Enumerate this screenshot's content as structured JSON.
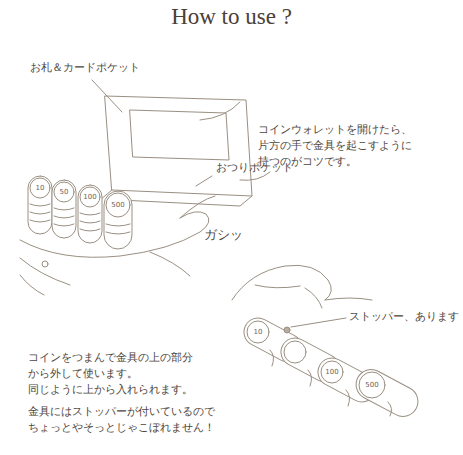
{
  "diagram": {
    "title": "How to use ?",
    "labels": [
      "お札＆カードポケット",
      "コインウォレットを開けたら、 片方の手で金具を起こすように 持つのがコツです。",
      "おつりポケット",
      "10",
      "50",
      "100",
      "500",
      "ガシッ",
      "ストッパー、あります",
      "10",
      "100",
      "500",
      "コインをつまんで金具の上の部分 から外して使います。 同じように上から入れられます。",
      "金具にはストッパーが付いているので ちょっとやそっとじゃこぼれません！"
    ]
  }
}
